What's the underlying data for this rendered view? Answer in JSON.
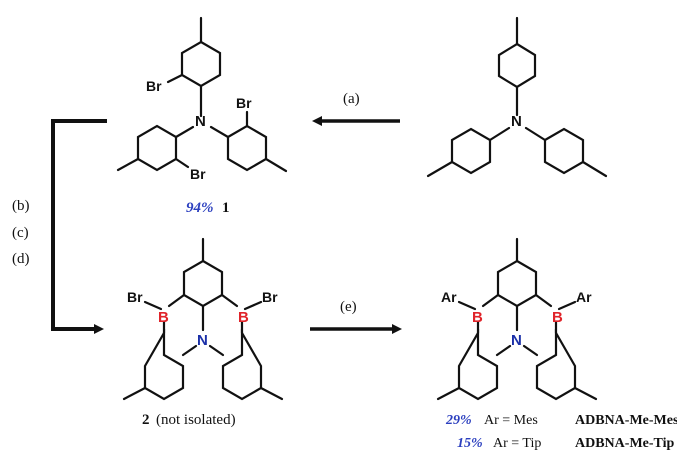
{
  "atoms": {
    "n": "N",
    "b": "B",
    "br": "Br",
    "ar": "Ar"
  },
  "steps": {
    "a": "(a)",
    "b": "(b)",
    "c": "(c)",
    "d": "(d)",
    "e": "(e)"
  },
  "compound_1": {
    "number": "1",
    "yield": "94%"
  },
  "compound_2": {
    "number": "2",
    "note": "(not isolated)"
  },
  "products": [
    {
      "name": "ADBNA-Me-Mes",
      "ar_def": "Ar = Mes",
      "yield": "29%"
    },
    {
      "name": "ADBNA-Me-Tip",
      "ar_def": "Ar = Tip",
      "yield": "15%"
    }
  ],
  "colors": {
    "heteroatom_b": "#e0242a",
    "heteroatom_n": "#1a2fa8",
    "yield": "#2b3fbf",
    "ink": "#111111"
  }
}
